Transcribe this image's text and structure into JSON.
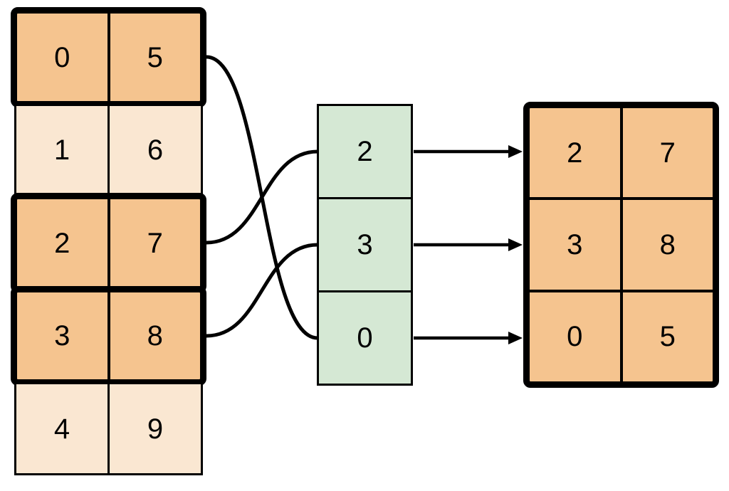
{
  "colors": {
    "background": "#FFFFFF",
    "highlight_fill": "#F5C48F",
    "base_fill": "#FAE7D2",
    "index_fill": "#D5E8D4",
    "line": "#000000",
    "text": "#000000"
  },
  "source_table": {
    "rows": [
      {
        "cells": [
          "0",
          "5"
        ],
        "highlighted": true
      },
      {
        "cells": [
          "1",
          "6"
        ],
        "highlighted": false
      },
      {
        "cells": [
          "2",
          "7"
        ],
        "highlighted": true
      },
      {
        "cells": [
          "3",
          "8"
        ],
        "highlighted": true
      },
      {
        "cells": [
          "4",
          "9"
        ],
        "highlighted": false
      }
    ]
  },
  "index_array": {
    "cells": [
      "2",
      "3",
      "0"
    ]
  },
  "result_table": {
    "rows": [
      {
        "cells": [
          "2",
          "7"
        ]
      },
      {
        "cells": [
          "3",
          "8"
        ]
      },
      {
        "cells": [
          "0",
          "5"
        ]
      }
    ]
  },
  "connections": {
    "curves": [
      {
        "from_source_row": 0,
        "to_index_cell": "0"
      },
      {
        "from_source_row": 2,
        "to_index_cell": "2"
      },
      {
        "from_source_row": 3,
        "to_index_cell": "3"
      }
    ],
    "arrows": [
      {
        "from_index_cell": "2",
        "to_result_row": 0
      },
      {
        "from_index_cell": "3",
        "to_result_row": 1
      },
      {
        "from_index_cell": "0",
        "to_result_row": 2
      }
    ]
  }
}
